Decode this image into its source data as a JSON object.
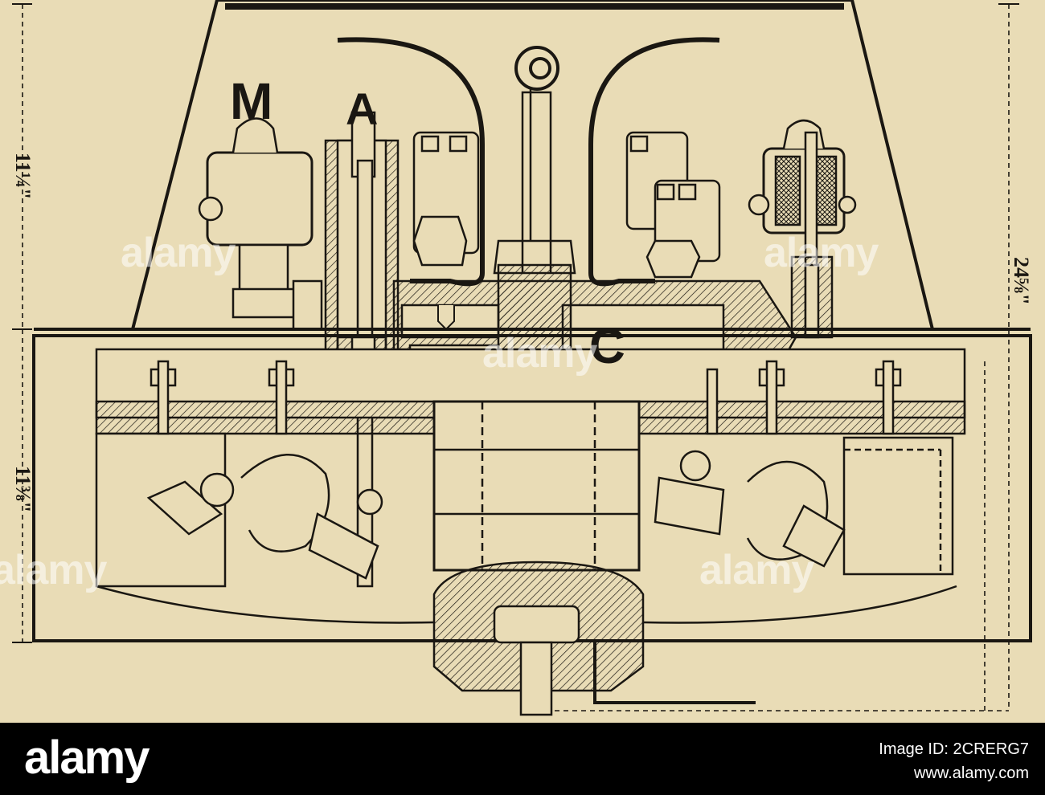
{
  "figure": {
    "labels": {
      "m": "M",
      "a": "A",
      "c": "C"
    },
    "dimensions": {
      "upper_left": "11¼\"",
      "lower_left": "11⅜\"",
      "overall_right": "24⅝\""
    }
  },
  "watermark": "alamy",
  "stock_bar": {
    "logo": "alamy",
    "image_id": "Image ID: 2CRERG7",
    "url": "www.alamy.com"
  },
  "colors": {
    "paper": "#e9dcb6",
    "ink": "#1a1712",
    "bar": "#000000"
  }
}
